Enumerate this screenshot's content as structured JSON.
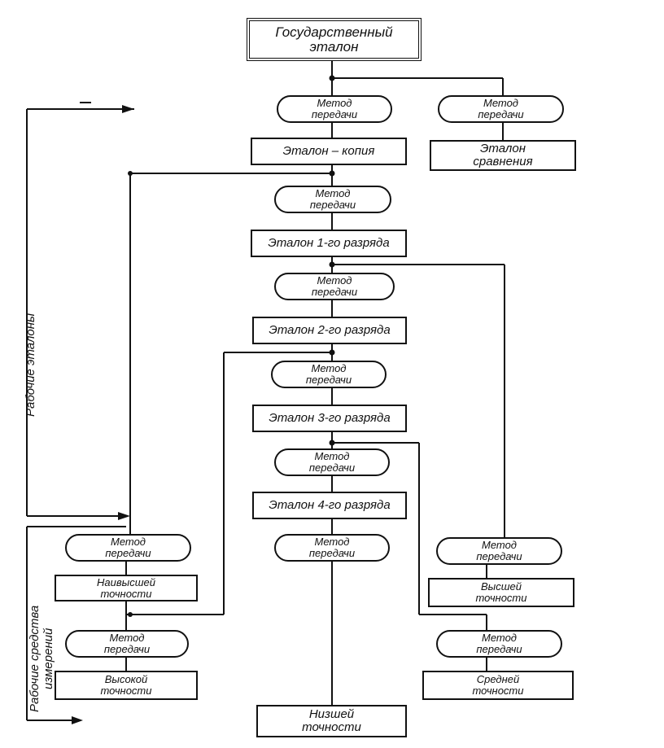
{
  "method_label": "Метод передачи",
  "nodes": {
    "state": [
      "Государственный",
      "эталон"
    ],
    "copy": "Эталон – копия",
    "comparison": [
      "Эталон",
      "сравнения"
    ],
    "rank1": "Эталон 1-го разряда",
    "rank2": "Эталон 2-го разряда",
    "rank3": "Эталон 3-го разряда",
    "rank4": "Эталон 4-го разряда",
    "highest": [
      "Наивысшей",
      "точности"
    ],
    "high": [
      "Высокой",
      "точности"
    ],
    "higher": [
      "Высшей",
      "точности"
    ],
    "medium": [
      "Средней",
      "точности"
    ],
    "lowest": [
      "Низшей",
      "точности"
    ]
  },
  "method": [
    "Метод",
    "передачи"
  ],
  "side_labels": {
    "working_standards": "Рабочие эталоны",
    "working_instruments": [
      "Рабочие средства",
      "измерений"
    ]
  }
}
